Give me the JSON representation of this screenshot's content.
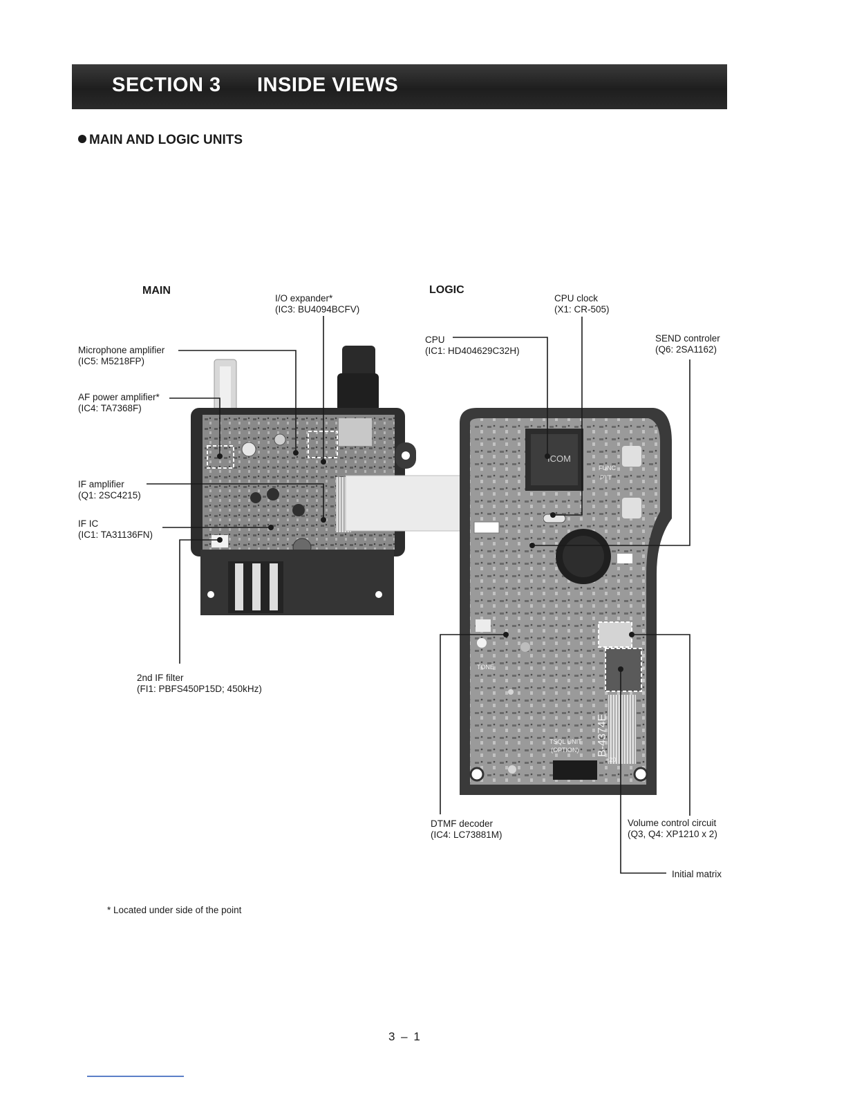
{
  "header": {
    "section": "SECTION 3",
    "title": "INSIDE VIEWS"
  },
  "subheading": "MAIN AND LOGIC UNITS",
  "labels": {
    "main": "MAIN",
    "logic": "LOGIC"
  },
  "callouts": {
    "io_expander": {
      "name": "I/O expander*",
      "part": "(IC3: BU4094BCFV)"
    },
    "mic_amp": {
      "name": "Microphone amplifier",
      "part": "(IC5: M5218FP)"
    },
    "af_amp": {
      "name": "AF power amplifier*",
      "part": "(IC4: TA7368F)"
    },
    "if_amp": {
      "name": "IF amplifier",
      "part": "(Q1: 2SC4215)"
    },
    "if_ic": {
      "name": "IF IC",
      "part": "(IC1: TA31136FN)"
    },
    "second_if_filter": {
      "name": "2nd IF filter",
      "part": "(FI1: PBFS450P15D; 450kHz)"
    },
    "cpu": {
      "name": "CPU",
      "part": "(IC1: HD404629C32H)"
    },
    "cpu_clock": {
      "name": "CPU clock",
      "part": "(X1: CR-505)"
    },
    "send_controller": {
      "name": "SEND controler",
      "part": "(Q6: 2SA1162)"
    },
    "dtmf_decoder": {
      "name": "DTMF decoder",
      "part": "(IC4: LC73881M)"
    },
    "volume_control": {
      "name": "Volume control circuit",
      "part": "(Q3, Q4: XP1210 x 2)"
    },
    "initial_matrix": {
      "name": "Initial matrix"
    }
  },
  "board_markings": {
    "cpu_chip": "ICOM",
    "func": "FUNC",
    "ptt": "PTT",
    "tone": "TONE",
    "tsql": "TSQL UNIT",
    "option": "(OPTION)",
    "board_id": "B-4374E",
    "plus20": "+20"
  },
  "footnote": "* Located under side of the point",
  "page_number": "3 – 1"
}
